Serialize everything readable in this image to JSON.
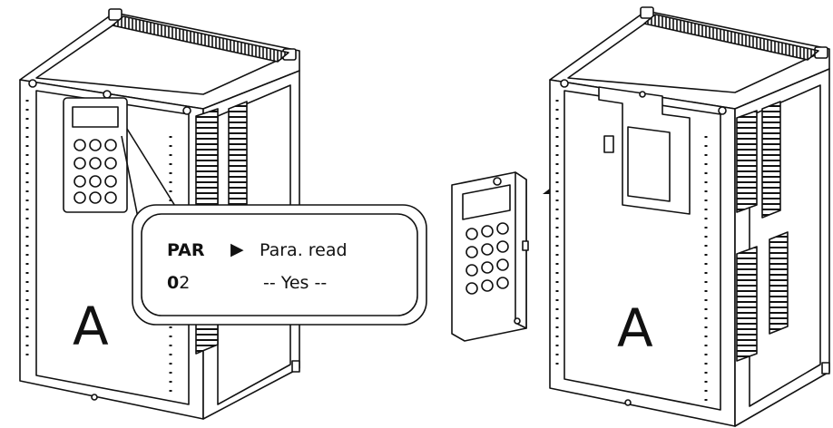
{
  "left_unit": {
    "label": "A"
  },
  "right_unit": {
    "label": "A"
  },
  "lcd_callout": {
    "line1_code": "PAR",
    "arrow": "▶",
    "line1_text": "Para. read",
    "line2_code_bold": "0",
    "line2_code_rest": "2",
    "line2_text": "-- Yes --"
  },
  "icons": {
    "removal_arrow": "arrow-left-icon",
    "keypad": "keypad-icon"
  },
  "colors": {
    "stroke": "#111111",
    "background": "#ffffff"
  }
}
